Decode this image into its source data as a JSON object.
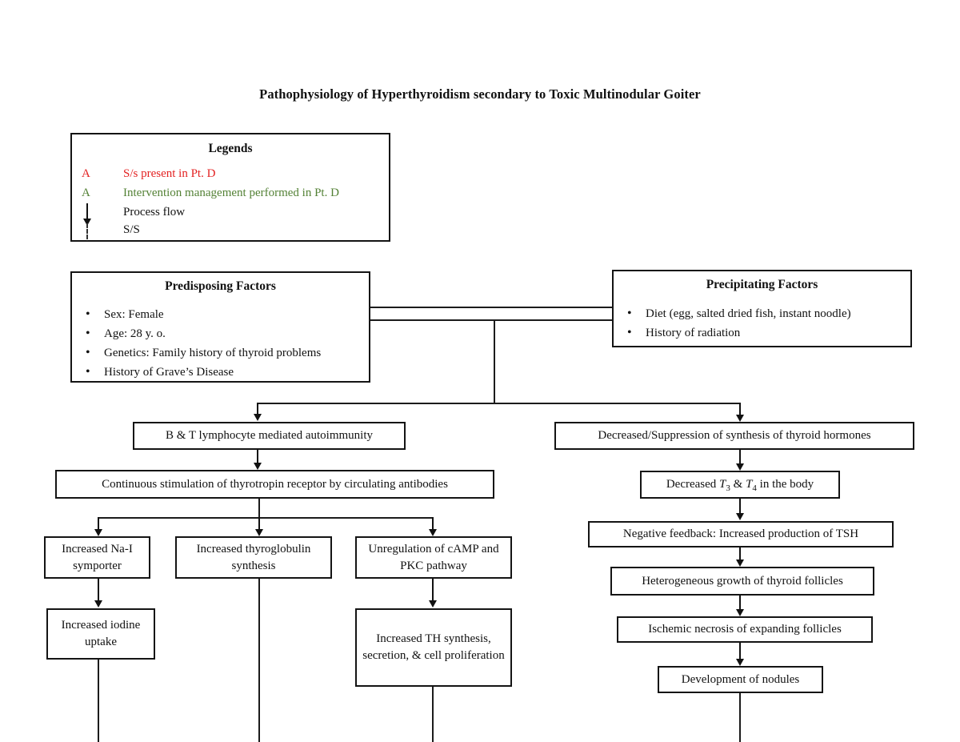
{
  "title": "Pathophysiology of Hyperthyroidism secondary to Toxic Multinodular Goiter",
  "colors": {
    "red": "#e32222",
    "green": "#538135"
  },
  "legend": {
    "title": "Legends",
    "items": [
      {
        "symbol": "A",
        "label": "S/s present in Pt. D"
      },
      {
        "symbol": "A",
        "label": "Intervention management performed in Pt. D"
      },
      {
        "symbol": "process-flow-arrow",
        "label": "Process flow"
      },
      {
        "symbol": "dashed-line",
        "label": "S/S"
      }
    ]
  },
  "predisposing": {
    "title": "Predisposing Factors",
    "items": [
      "Sex: Female",
      "Age: 28 y. o.",
      "Genetics: Family history of thyroid problems",
      "History of Grave’s Disease"
    ]
  },
  "precipitating": {
    "title": "Precipitating Factors",
    "items": [
      "Diet (egg, salted dried fish, instant noodle)",
      "History of radiation"
    ]
  },
  "nodes": {
    "bt": "B & T lymphocyte mediated autoimmunity",
    "continuous": "Continuous stimulation of thyrotropin receptor by circulating antibodies",
    "na_i": "Increased Na-I symporter",
    "thyroglobulin": "Increased thyroglobulin synthesis",
    "camp": "Unregulation of cAMP and PKC pathway",
    "iodine": "Increased iodine uptake",
    "th": "Increased TH synthesis, secretion, & cell proliferation",
    "suppression": "Decreased/Suppression of synthesis of thyroid hormones",
    "t3t4": {
      "p1": "Decreased",
      "t1": "T",
      "s3": "3",
      "amp": "&",
      "t2": "T",
      "s4": "4",
      "p2": "in the body"
    },
    "negative": "Negative feedback: Increased production of TSH",
    "heterogeneous": "Heterogeneous growth of thyroid follicles",
    "ischemic": "Ischemic necrosis of expanding follicles",
    "nodules": "Development of nodules"
  }
}
